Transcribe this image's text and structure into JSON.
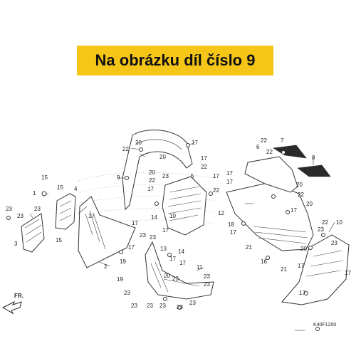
{
  "banner": {
    "text": "Na obrázku díl číslo 9"
  },
  "diagram": {
    "code": "K40F1200",
    "direction_label": "FR.",
    "callouts": [
      {
        "id": "c1",
        "label": "22"
      },
      {
        "id": "c2",
        "label": "20"
      },
      {
        "id": "c3",
        "label": "20"
      },
      {
        "id": "c4",
        "label": "17"
      },
      {
        "id": "c5",
        "label": "17"
      },
      {
        "id": "c6",
        "label": "22"
      },
      {
        "id": "c7",
        "label": "9"
      },
      {
        "id": "c8",
        "label": "20"
      },
      {
        "id": "c9",
        "label": "22"
      },
      {
        "id": "c10",
        "label": "23"
      },
      {
        "id": "c11",
        "label": "5"
      },
      {
        "id": "c12",
        "label": "17"
      },
      {
        "id": "c13",
        "label": "22"
      },
      {
        "id": "c14",
        "label": "17"
      },
      {
        "id": "c15",
        "label": "15"
      },
      {
        "id": "c16",
        "label": "4"
      },
      {
        "id": "c17",
        "label": "1"
      },
      {
        "id": "c18",
        "label": "15"
      },
      {
        "id": "c19",
        "label": "23"
      },
      {
        "id": "c20",
        "label": "23"
      },
      {
        "id": "c21",
        "label": "23"
      },
      {
        "id": "c22",
        "label": "3"
      },
      {
        "id": "c23",
        "label": "15"
      },
      {
        "id": "c24",
        "label": "17"
      },
      {
        "id": "c25",
        "label": "17"
      },
      {
        "id": "c26",
        "label": "14"
      },
      {
        "id": "c27",
        "label": "10"
      },
      {
        "id": "c28",
        "label": "23"
      },
      {
        "id": "c29",
        "label": "23"
      },
      {
        "id": "c30",
        "label": "2"
      },
      {
        "id": "c31",
        "label": "17"
      },
      {
        "id": "c32",
        "label": "19"
      },
      {
        "id": "c33",
        "label": "19"
      },
      {
        "id": "c34",
        "label": "13"
      },
      {
        "id": "c35",
        "label": "17"
      },
      {
        "id": "c36",
        "label": "14"
      },
      {
        "id": "c37",
        "label": "17"
      },
      {
        "id": "c38",
        "label": "20"
      },
      {
        "id": "c39",
        "label": "17"
      },
      {
        "id": "c40",
        "label": "23"
      },
      {
        "id": "c41",
        "label": "23"
      },
      {
        "id": "c42",
        "label": "23"
      },
      {
        "id": "c43",
        "label": "23"
      },
      {
        "id": "c44",
        "label": "23"
      },
      {
        "id": "c45",
        "label": "11"
      },
      {
        "id": "c46",
        "label": "23"
      },
      {
        "id": "c47",
        "label": "23"
      },
      {
        "id": "c48",
        "label": "23"
      },
      {
        "id": "c49",
        "label": "23"
      },
      {
        "id": "c50",
        "label": "22"
      },
      {
        "id": "c51",
        "label": "7"
      },
      {
        "id": "c52",
        "label": "6"
      },
      {
        "id": "c53",
        "label": "22"
      },
      {
        "id": "c54",
        "label": "8"
      },
      {
        "id": "c55",
        "label": "17"
      },
      {
        "id": "c56",
        "label": "20"
      },
      {
        "id": "c57",
        "label": "17"
      },
      {
        "id": "c58",
        "label": "22"
      },
      {
        "id": "c59",
        "label": "20"
      },
      {
        "id": "c60",
        "label": "12"
      },
      {
        "id": "c61",
        "label": "17"
      },
      {
        "id": "c62",
        "label": "22"
      },
      {
        "id": "c63",
        "label": "18"
      },
      {
        "id": "c64",
        "label": "17"
      },
      {
        "id": "c65",
        "label": "23"
      },
      {
        "id": "c66",
        "label": "10"
      },
      {
        "id": "c67",
        "label": "23"
      },
      {
        "id": "c68",
        "label": "21"
      },
      {
        "id": "c69",
        "label": "16"
      },
      {
        "id": "c70",
        "label": "20"
      },
      {
        "id": "c71",
        "label": "21"
      },
      {
        "id": "c72",
        "label": "17"
      },
      {
        "id": "c73",
        "label": "17"
      },
      {
        "id": "c74",
        "label": "17"
      }
    ]
  }
}
